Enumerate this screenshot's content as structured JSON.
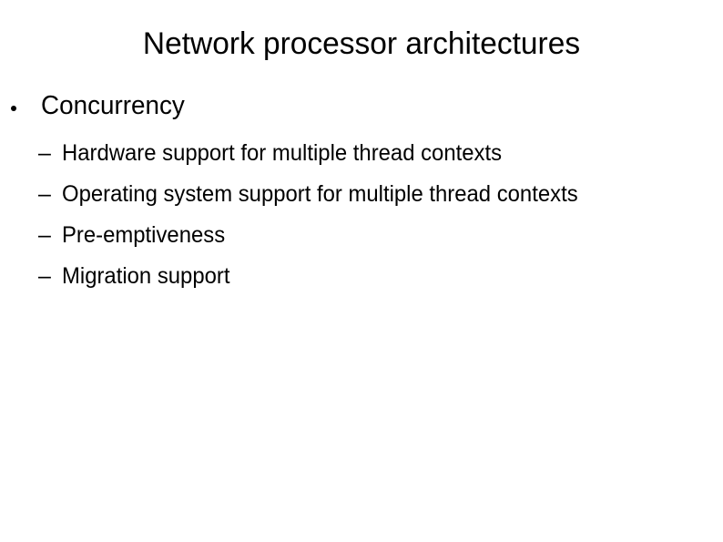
{
  "slide": {
    "title": "Network processor architectures",
    "background_color": "#ffffff",
    "text_color": "#000000",
    "content": {
      "level1": {
        "marker": "bullet-dot",
        "text": "Concurrency",
        "level2": [
          {
            "marker": "en-dash",
            "text": "Hardware support for multiple thread contexts"
          },
          {
            "marker": "en-dash",
            "text": "Operating system support for multiple thread contexts"
          },
          {
            "marker": "en-dash",
            "text": "Pre-emptiveness"
          },
          {
            "marker": "en-dash",
            "text": "Migration support"
          }
        ]
      }
    },
    "markers": {
      "dash_glyph": "–"
    }
  }
}
